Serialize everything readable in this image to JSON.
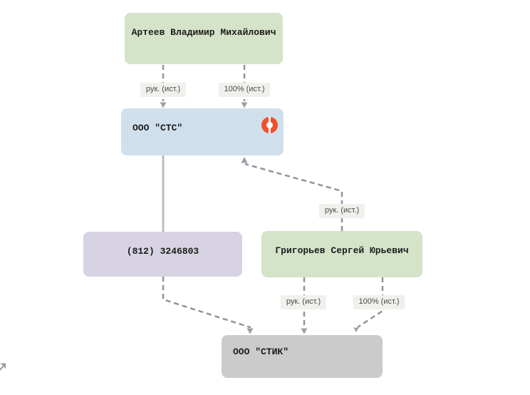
{
  "diagram": {
    "nodes": {
      "artaev": {
        "label": "Артеев Владимир Михайлович",
        "type": "person"
      },
      "sts": {
        "label": "ООО \"СТС\"",
        "type": "company",
        "badge": "focus-target-icon"
      },
      "phone": {
        "label": "(812) 3246803",
        "type": "phone"
      },
      "grigoriev": {
        "label": "Григорьев Сергей Юрьевич",
        "type": "person"
      },
      "stik": {
        "label": "ООО \"СТИК\"",
        "type": "company-inactive"
      }
    },
    "edges": [
      {
        "from": "artaev",
        "to": "sts",
        "label": "рук. (ист.)",
        "style": "dashed"
      },
      {
        "from": "artaev",
        "to": "sts",
        "label": "100% (ист.)",
        "style": "dashed"
      },
      {
        "from": "sts",
        "to": "phone",
        "label": "",
        "style": "solid"
      },
      {
        "from": "grigoriev",
        "to": "sts",
        "label": "рук. (ист.)",
        "style": "dashed"
      },
      {
        "from": "phone",
        "to": "stik",
        "label": "",
        "style": "dashed"
      },
      {
        "from": "grigoriev",
        "to": "stik",
        "label": "рук. (ист.)",
        "style": "dashed"
      },
      {
        "from": "grigoriev",
        "to": "stik",
        "label": "100% (ист.)",
        "style": "dashed"
      }
    ],
    "colors": {
      "person_node": "#d5e3c9",
      "company_node": "#cfe0ec",
      "phone_node": "#d7d3e2",
      "inactive_node": "#cbcbcb",
      "node_text": "#1c1c1c",
      "edge_label_bg": "#f1f0ec",
      "edge_label_text": "#4a4a4a",
      "edge_line": "#8e949e",
      "solid_line": "#b9bdc3",
      "arrow": "#99a0a8",
      "badge_orange": "#f0502d",
      "corner_icon": "#9b9b9b"
    }
  }
}
